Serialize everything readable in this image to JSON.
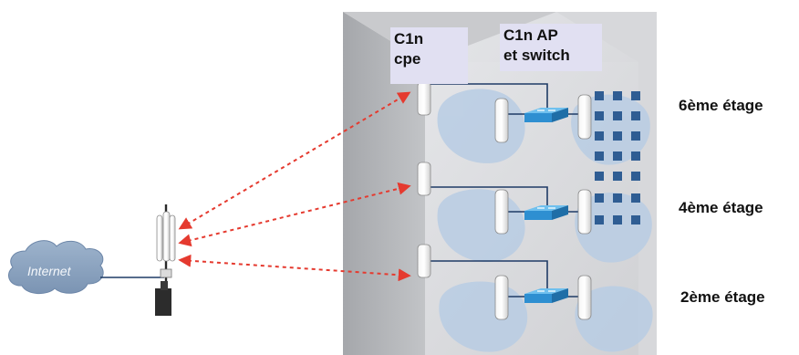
{
  "internet_label": "Internet",
  "labels": {
    "cpe": [
      "C1n",
      "cpe"
    ],
    "ap_switch": [
      "C1n  AP",
      "et switch"
    ]
  },
  "floors": [
    "6ème étage",
    "4ème étage",
    "2ème étage"
  ],
  "colors": {
    "building_face": "#dcdde0",
    "building_side": "#b4b6ba",
    "building_top": "#c9cacd",
    "cloud": "#8fa7c3",
    "coverage": "#b9cde4",
    "window": "#2f5d93",
    "link": "#e53a2f",
    "switch": "#2e8fd1"
  },
  "icons": [
    "cloud-icon",
    "tower-antenna-icon",
    "cpe-antenna-icon",
    "access-point-icon",
    "switch-icon"
  ]
}
